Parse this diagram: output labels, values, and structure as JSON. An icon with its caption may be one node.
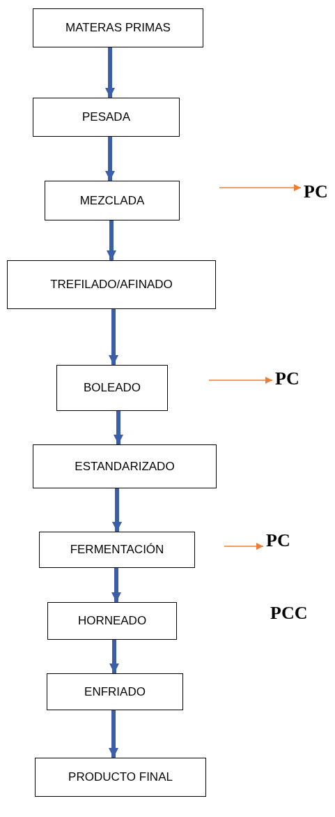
{
  "diagram": {
    "nodes": [
      {
        "text": [
          "MATERAS PRIMAS"
        ]
      },
      {
        "text": [
          "PESADA"
        ]
      },
      {
        "text": [
          "MEZCLADA"
        ]
      },
      {
        "text": [
          "TREFILADO/AFINADO"
        ]
      },
      {
        "text": [
          "BOLEADO"
        ]
      },
      {
        "text": [
          "ESTANDARIZADO"
        ]
      },
      {
        "text": [
          "FERMENTACIÓN"
        ]
      },
      {
        "text": [
          "HORNEADO"
        ]
      },
      {
        "text": [
          "ENFRIADO"
        ]
      },
      {
        "text": [
          "PRODUCTO FINAL"
        ]
      },
      {
        "text": [
          "PC"
        ]
      },
      {
        "text": [
          "PC"
        ]
      },
      {
        "text": [
          "PC"
        ]
      }
    ],
    "edges": [
      {
        "from": 0,
        "to": 1,
        "arrow": "to"
      },
      {
        "from": 1,
        "to": 2,
        "arrow": "to"
      },
      {
        "from": 2,
        "to": 3,
        "arrow": "to"
      },
      {
        "from": 3,
        "to": 4,
        "arrow": "to"
      },
      {
        "from": 4,
        "to": 5,
        "arrow": "to"
      },
      {
        "from": 5,
        "to": 6,
        "arrow": "to"
      },
      {
        "from": 6,
        "to": 7,
        "arrow": "to"
      },
      {
        "from": 7,
        "to": 8,
        "arrow": "to"
      },
      {
        "from": 8,
        "to": 9,
        "arrow": "to"
      },
      {
        "from": null,
        "to": 10,
        "arrow": "to",
        "color": "#ed7d31"
      },
      {
        "from": null,
        "to": 11,
        "arrow": "to",
        "color": "#ed7d31"
      },
      {
        "from": null,
        "to": 12,
        "arrow": "to",
        "color": "#ed7d31"
      }
    ],
    "labels": [
      "PCC"
    ]
  }
}
